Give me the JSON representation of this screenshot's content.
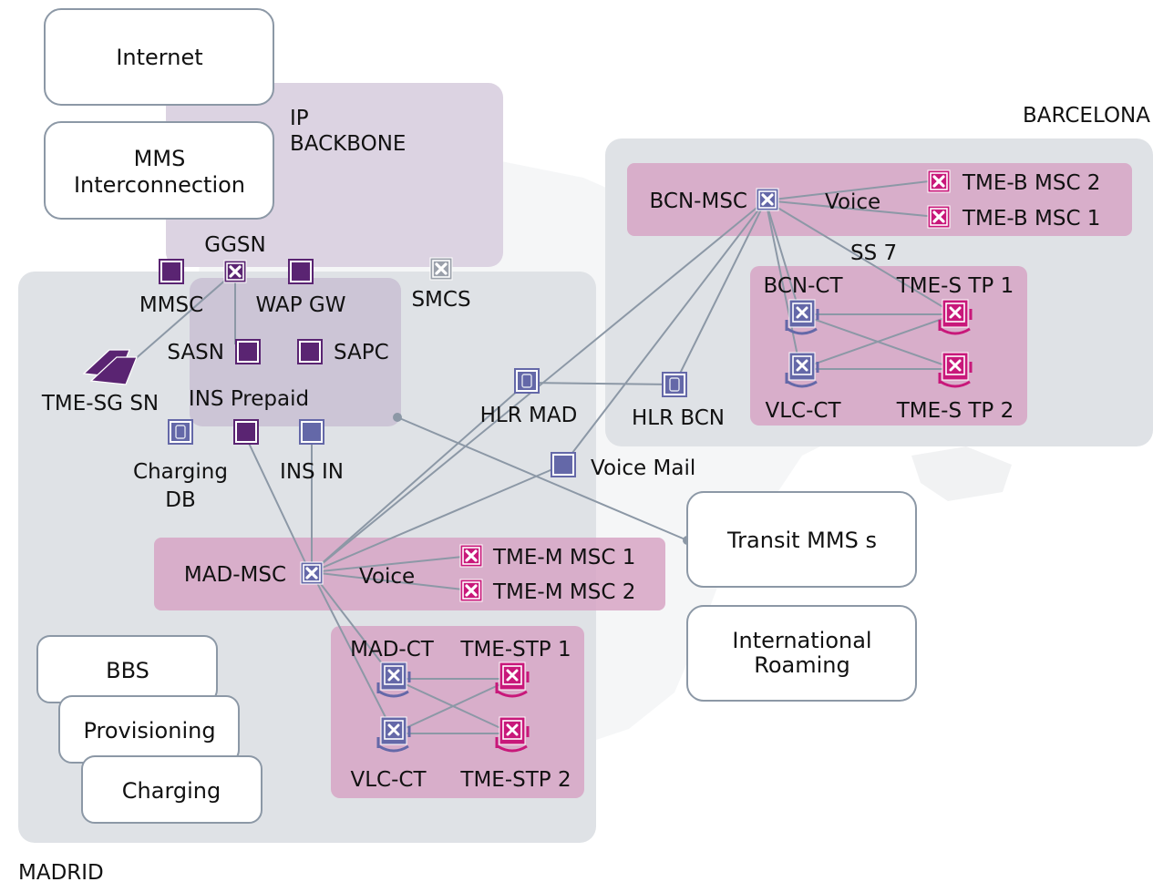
{
  "regions": {
    "madrid": "MADRID",
    "barcelona": "BARCELONA",
    "ip_backbone": [
      "IP",
      "BACKBONE"
    ],
    "ss7": "SS 7"
  },
  "external_boxes": {
    "internet": "Internet",
    "mms_interconnection": [
      "MMS",
      "Interconnection"
    ],
    "transit_mms": "Transit MMS s",
    "international_roaming": [
      "International",
      "Roaming"
    ],
    "bbs": "BBS",
    "provisioning": "Provisioning",
    "charging": "Charging"
  },
  "core_nodes": {
    "ggsn": "GGSN",
    "mmsc": "MMSC",
    "wap_gw": "WAP GW",
    "smcs": "SMCS",
    "sasn": "SASN",
    "sapc": "SAPC",
    "tme_sg_sn": "TME-SG SN",
    "ins_prepaid": "INS Prepaid",
    "charging_db": [
      "Charging",
      "DB"
    ],
    "ins_in": "INS IN",
    "hlr_mad": "HLR MAD",
    "hlr_bcn": "HLR BCN",
    "voice_mail": "Voice Mail"
  },
  "madrid_voice": {
    "msc": "MAD-MSC",
    "voice": "Voice",
    "tme_m_msc_1": "TME-M MSC 1",
    "tme_m_msc_2": "TME-M MSC 2",
    "mad_ct": "MAD-CT",
    "vlc_ct": "VLC-CT",
    "tme_stp_1": "TME-STP 1",
    "tme_stp_2": "TME-STP 2"
  },
  "barcelona_voice": {
    "msc": "BCN-MSC",
    "voice": "Voice",
    "tme_b_msc_2": "TME-B MSC 2",
    "tme_b_msc_1": "TME-B MSC 1",
    "bcn_ct": "BCN-CT",
    "vlc_ct": "VLC-CT",
    "tme_s_tp_1": "TME-S TP 1",
    "tme_s_tp_2": "TME-S TP 2"
  },
  "colors": {
    "region_grey": "#dfe2e6",
    "ip_backbone": "#d9cfe0",
    "ins_prepaid_box": "#c9c0d2",
    "voice_band": "#d7a4c4",
    "magenta_node": "#c8187a",
    "purple_node": "#5a2472",
    "blue_node": "#6468a8",
    "link_line": "#8c98a6"
  }
}
